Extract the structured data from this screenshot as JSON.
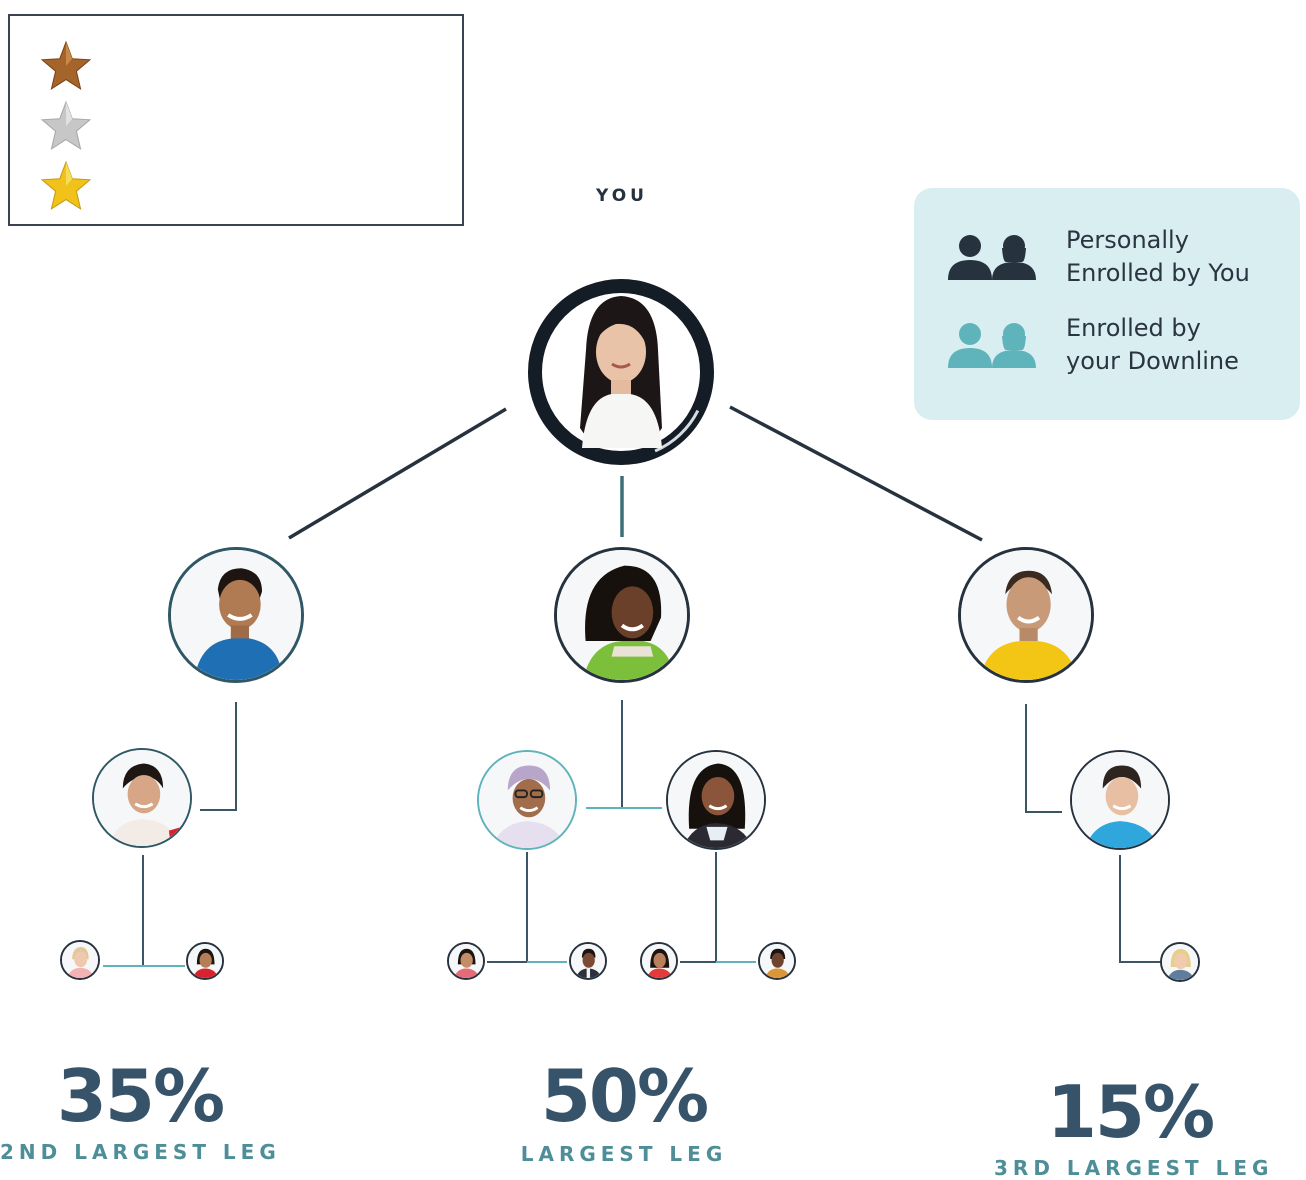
{
  "root": {
    "label": "YOU"
  },
  "legend": {
    "personal": {
      "line1": "Personally",
      "line2": "Enrolled by You"
    },
    "downline": {
      "line1": "Enrolled by",
      "line2": "your Downline"
    }
  },
  "star_key": [
    {
      "icon": "bronze-star-icon",
      "color": "#a5652a"
    },
    {
      "icon": "silver-star-icon",
      "color": "#c7c7c7"
    },
    {
      "icon": "gold-star-icon",
      "color": "#f0c21a"
    }
  ],
  "colors": {
    "dark": "#27323f",
    "teal": "#5fb3bb",
    "percent": "#37536a",
    "leg_label": "#4e8e98"
  },
  "legs": [
    {
      "percent": "35%",
      "label": "2ND LARGEST LEG"
    },
    {
      "percent": "50%",
      "label": "LARGEST LEG"
    },
    {
      "percent": "15%",
      "label": "3RD LARGEST LEG"
    }
  ]
}
